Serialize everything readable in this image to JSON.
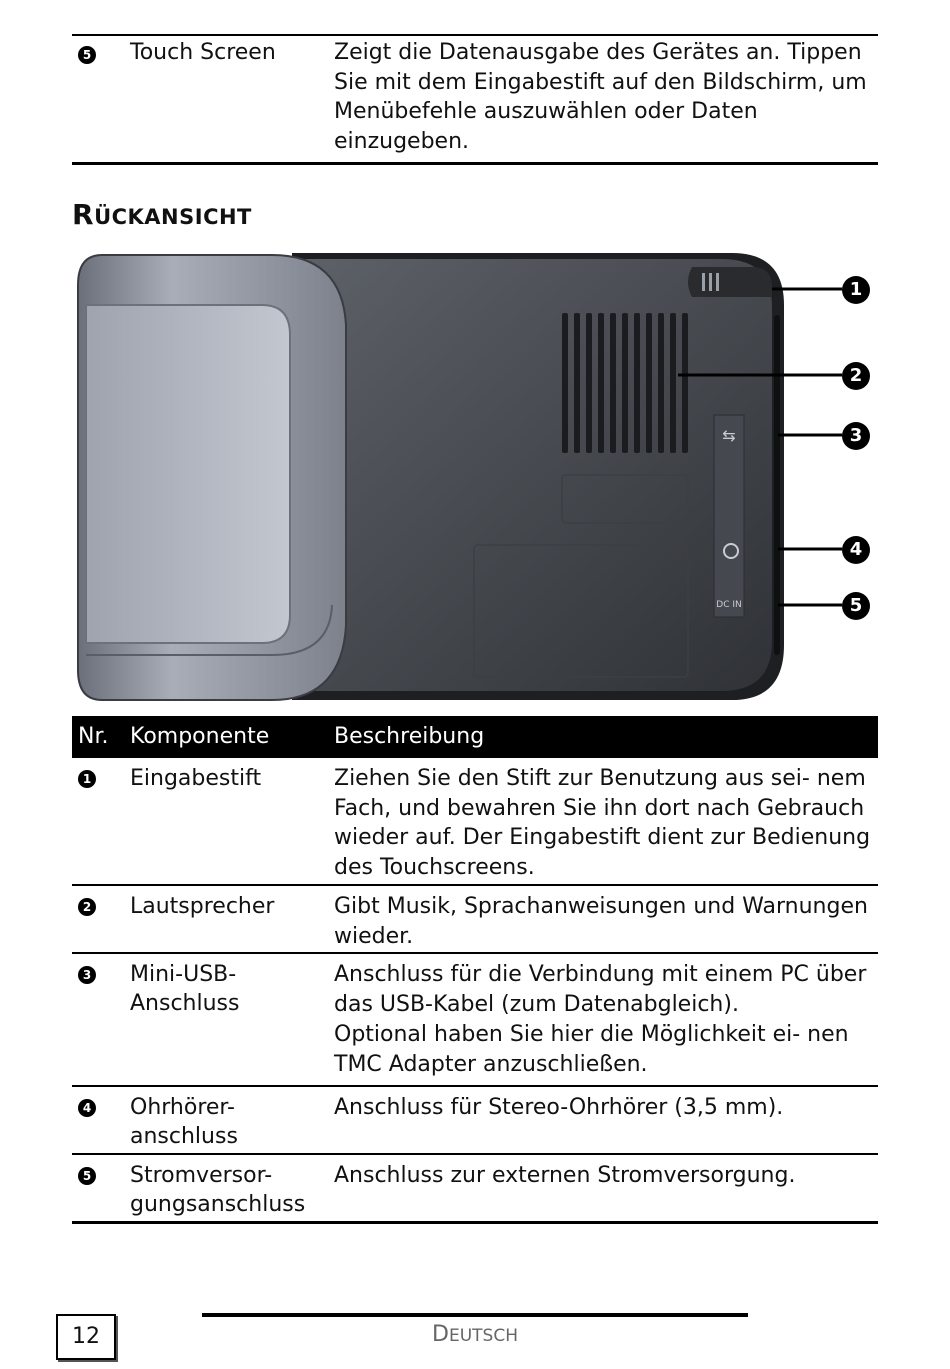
{
  "top_row": {
    "number": "5",
    "component": "Touch Screen",
    "description": "Zeigt die Datenausgabe des Gerätes an. Tippen Sie mit dem Eingabestift auf den Bildschirm, um Menübefehle auszuwählen oder Daten einzugeben."
  },
  "section": {
    "title_initial": "R",
    "title_rest": "ÜCKANSICHT"
  },
  "figure": {
    "callouts": [
      "1",
      "2",
      "3",
      "4",
      "5"
    ],
    "usb_label": "⇆",
    "dcin_label": "DC IN"
  },
  "table": {
    "headers": {
      "nr": "Nr.",
      "component": "Komponente",
      "description": "Beschreibung"
    },
    "rows": [
      {
        "number": "1",
        "component": "Eingabestift",
        "description": "Ziehen Sie den Stift zur Benutzung aus sei- nem Fach, und bewahren Sie ihn dort nach Gebrauch wieder auf. Der Eingabestift dient zur Bedienung des Touchscreens."
      },
      {
        "number": "2",
        "component": "Lautsprecher",
        "description": "Gibt Musik, Sprachanweisungen und Warnungen wieder."
      },
      {
        "number": "3",
        "component": "Mini-USB- Anschluss",
        "description": "Anschluss für die Verbindung mit einem PC über das USB-Kabel (zum Datenabgleich).",
        "description_2": "Optional haben Sie hier die Möglichkeit ei- nen TMC Adapter anzuschließen."
      },
      {
        "number": "4",
        "component": "Ohrhörer- anschluss",
        "description": "Anschluss für Stereo-Ohrhörer (3,5 mm)."
      },
      {
        "number": "5",
        "component": "Stromversor- gungsanschluss",
        "description": "Anschluss zur externen Stromversorgung."
      }
    ]
  },
  "footer": {
    "page_number": "12",
    "language_initial": "D",
    "language_rest": "EUTSCH"
  }
}
